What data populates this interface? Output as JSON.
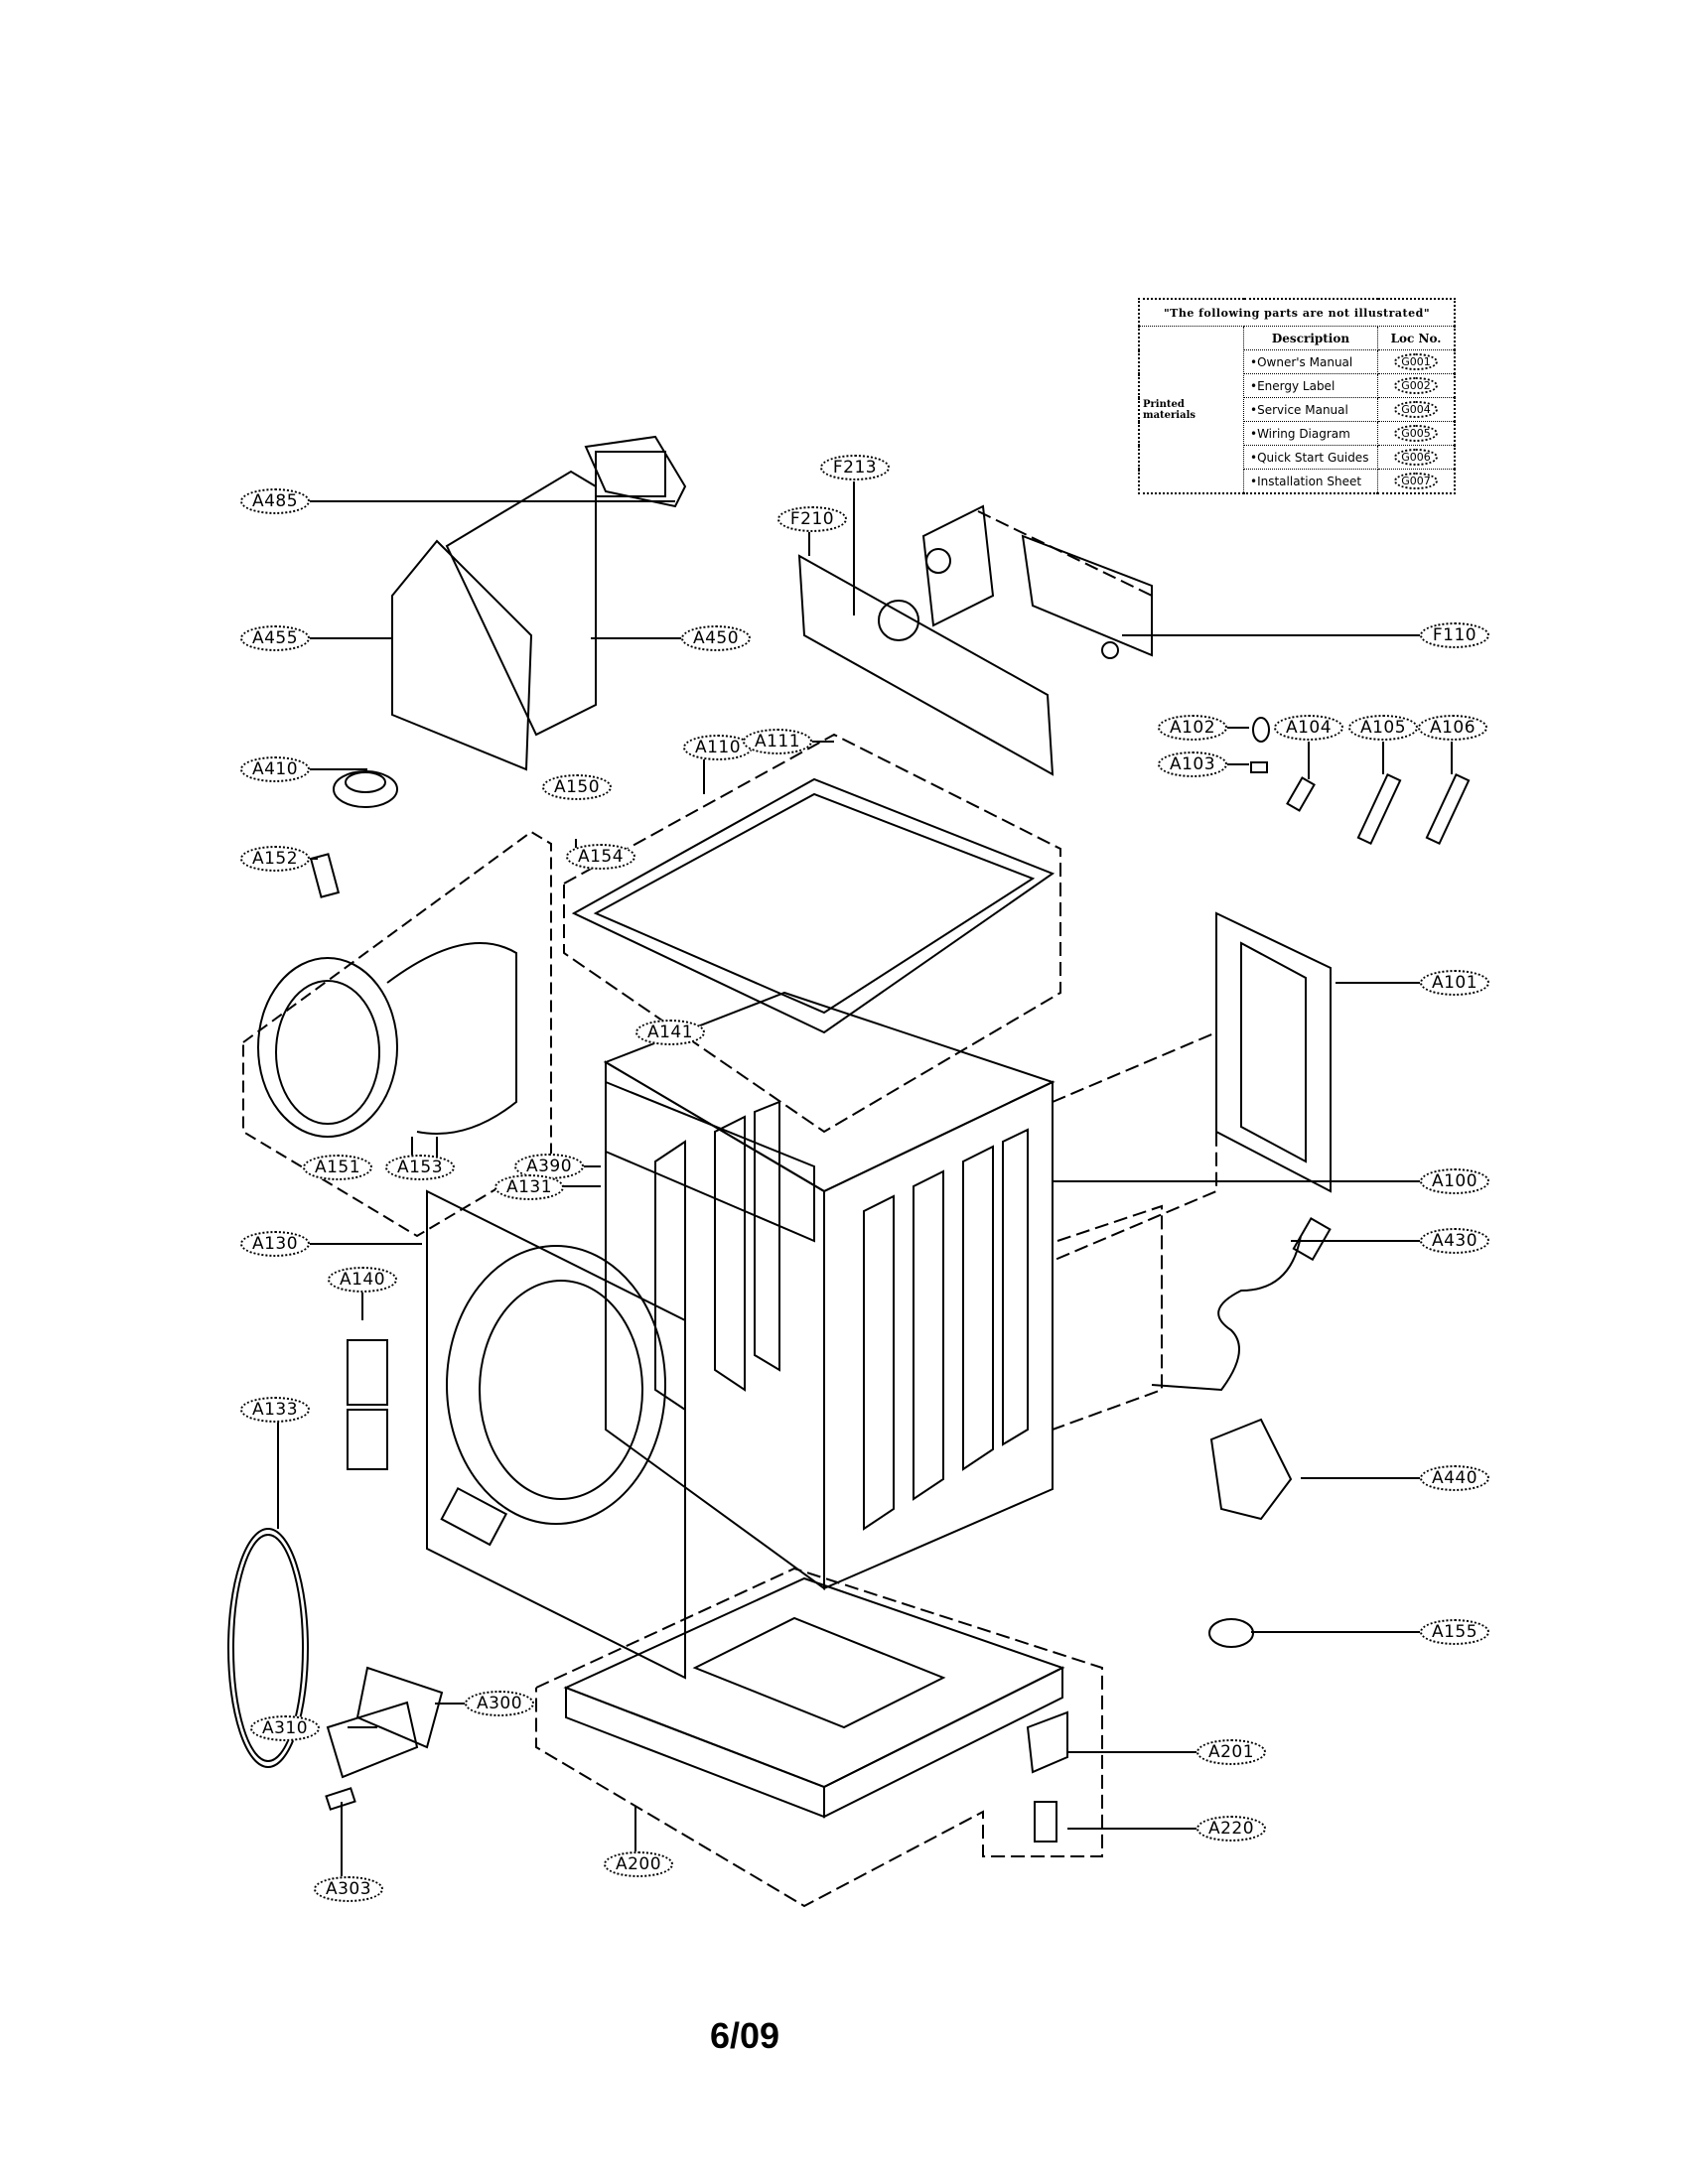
{
  "page_number": "6/09",
  "not_illustrated_table": {
    "title": "\"The following parts are not illustrated\"",
    "headers": {
      "description": "Description",
      "loc_no": "Loc No."
    },
    "group_label": "Printed materials",
    "rows": [
      {
        "description": "•Owner's Manual",
        "loc": "G001"
      },
      {
        "description": "•Energy Label",
        "loc": "G002"
      },
      {
        "description": "•Service Manual",
        "loc": "G004"
      },
      {
        "description": "•Wiring Diagram",
        "loc": "G005"
      },
      {
        "description": "•Quick Start Guides",
        "loc": "G006"
      },
      {
        "description": "•Installation Sheet",
        "loc": "G007"
      }
    ]
  },
  "callouts": {
    "a485": "A485",
    "a455": "A455",
    "a450": "A450",
    "a410": "A410",
    "a150": "A150",
    "a152": "A152",
    "a154": "A154",
    "a151": "A151",
    "a153": "A153",
    "a130": "A130",
    "a140": "A140",
    "a133": "A133",
    "a131": "A131",
    "a390": "A390",
    "a141": "A141",
    "a110": "A110",
    "a111": "A111",
    "f213": "F213",
    "f210": "F210",
    "f110": "F110",
    "a102": "A102",
    "a103": "A103",
    "a104": "A104",
    "a105": "A105",
    "a106": "A106",
    "a101": "A101",
    "a100": "A100",
    "a430": "A430",
    "a440": "A440",
    "a155": "A155",
    "a201": "A201",
    "a220": "A220",
    "a200": "A200",
    "a300": "A300",
    "a310": "A310",
    "a303": "A303"
  }
}
